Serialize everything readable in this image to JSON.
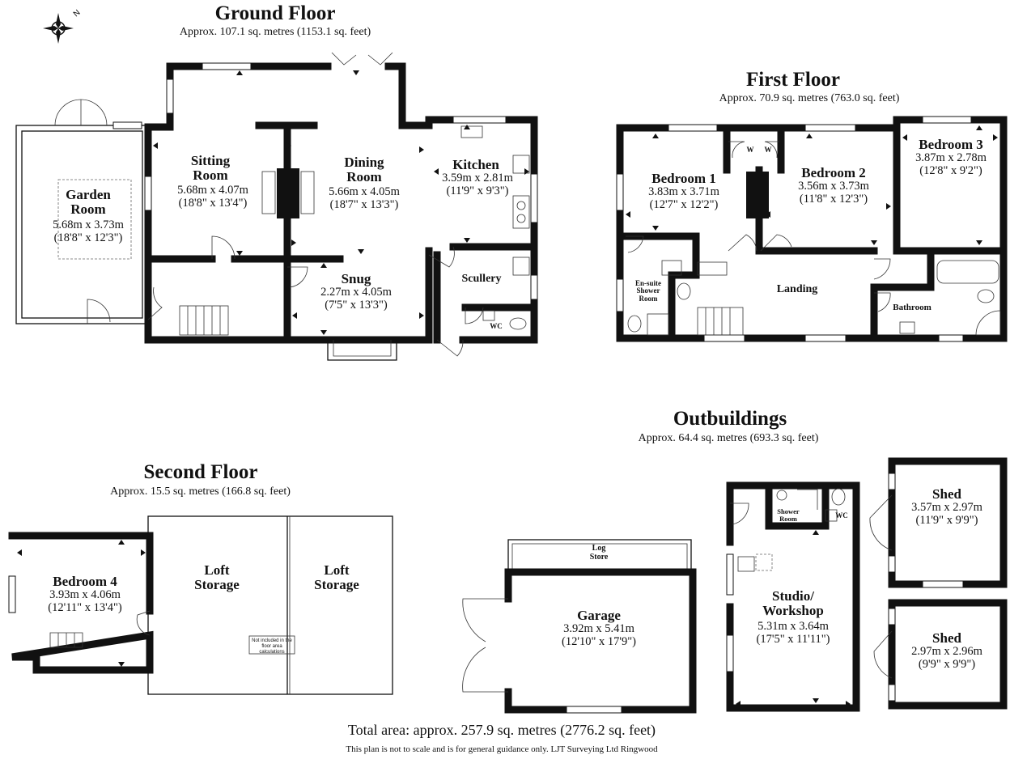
{
  "ground_floor": {
    "title": "Ground Floor",
    "area": "Approx. 107.1 sq. metres (1153.1 sq. feet)",
    "garden_room": {
      "name": "Garden\nRoom",
      "metric": "5.68m x 3.73m",
      "imperial": "(18'8\" x 12'3\")"
    },
    "sitting_room": {
      "name": "Sitting\nRoom",
      "metric": "5.68m x 4.07m",
      "imperial": "(18'8\" x 13'4\")"
    },
    "dining_room": {
      "name": "Dining\nRoom",
      "metric": "5.66m x 4.05m",
      "imperial": "(18'7\" x 13'3\")"
    },
    "kitchen": {
      "name": "Kitchen",
      "metric": "3.59m x 2.81m",
      "imperial": "(11'9\" x 9'3\")"
    },
    "snug": {
      "name": "Snug",
      "metric": "2.27m x 4.05m",
      "imperial": "(7'5\" x 13'3\")"
    },
    "scullery": {
      "name": "Scullery"
    },
    "wc": {
      "name": "WC"
    }
  },
  "first_floor": {
    "title": "First Floor",
    "area": "Approx. 70.9 sq. metres (763.0 sq. feet)",
    "bedroom1": {
      "name": "Bedroom 1",
      "metric": "3.83m x 3.71m",
      "imperial": "(12'7\" x 12'2\")"
    },
    "bedroom2": {
      "name": "Bedroom 2",
      "metric": "3.56m x 3.73m",
      "imperial": "(11'8\" x 12'3\")"
    },
    "bedroom3": {
      "name": "Bedroom 3",
      "metric": "3.87m x 2.78m",
      "imperial": "(12'8\" x 9'2\")"
    },
    "ensuite": {
      "name": "En-suite\nShower\nRoom"
    },
    "landing": {
      "name": "Landing"
    },
    "bathroom": {
      "name": "Bathroom"
    },
    "wardrobe1": "W",
    "wardrobe2": "W"
  },
  "second_floor": {
    "title": "Second Floor",
    "area": "Approx. 15.5 sq. metres (166.8 sq. feet)",
    "bedroom4": {
      "name": "Bedroom 4",
      "metric": "3.93m x 4.06m",
      "imperial": "(12'11\" x 13'4\")"
    },
    "loft1": {
      "name": "Loft\nStorage"
    },
    "loft2": {
      "name": "Loft\nStorage"
    },
    "note": "Not included in the\nfloor area calculations"
  },
  "outbuildings": {
    "title": "Outbuildings",
    "area": "Approx. 64.4 sq. metres (693.3 sq. feet)",
    "log_store": {
      "name": "Log\nStore"
    },
    "garage": {
      "name": "Garage",
      "metric": "3.92m x 5.41m",
      "imperial": "(12'10\" x 17'9\")"
    },
    "studio": {
      "name": "Studio/\nWorkshop",
      "metric": "5.31m x 3.64m",
      "imperial": "(17'5\" x 11'11\")"
    },
    "shower_room": {
      "name": "Shower\nRoom"
    },
    "wc": {
      "name": "WC"
    },
    "shed1": {
      "name": "Shed",
      "metric": "3.57m x 2.97m",
      "imperial": "(11'9\" x 9'9\")"
    },
    "shed2": {
      "name": "Shed",
      "metric": "2.97m x 2.96m",
      "imperial": "(9'9\" x 9'9\")"
    }
  },
  "footer": {
    "total": "Total area: approx. 257.9 sq. metres (2776.2 sq. feet)",
    "disclaimer": "This plan is not to scale and is for general guidance only. LJT Surveying Ltd Ringwood"
  },
  "compass": {
    "label": "N",
    "icon": "compass-rose-icon"
  },
  "colors": {
    "wall": "#111111",
    "window": "#ffffff",
    "background": "#ffffff"
  }
}
